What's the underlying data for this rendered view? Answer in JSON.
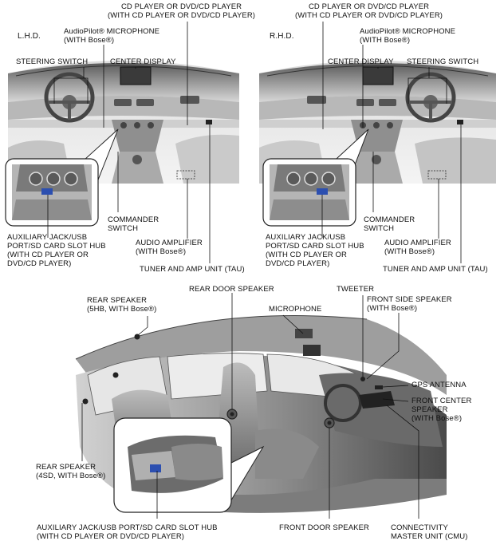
{
  "lhd_panel": {
    "side_label": "L.H.D.",
    "cd_player": "CD PLAYER OR DVD/CD PLAYER\n(WITH CD PLAYER OR DVD/CD PLAYER)",
    "audiopilot": "AudioPilot® MICROPHONE\n(WITH Bose®)",
    "steering_switch": "STEERING SWITCH",
    "center_display": "CENTER DISPLAY",
    "commander_switch": "COMMANDER\nSWITCH",
    "aux_hub": "AUXILIARY JACK/USB\nPORT/SD CARD SLOT HUB\n(WITH CD PLAYER OR\nDVD/CD PLAYER)",
    "audio_amp": "AUDIO AMPLIFIER\n(WITH Bose®)",
    "tuner": "TUNER AND AMP UNIT (TAU)"
  },
  "rhd_panel": {
    "side_label": "R.H.D.",
    "cd_player": "CD PLAYER OR DVD/CD PLAYER\n(WITH CD PLAYER OR DVD/CD PLAYER)",
    "audiopilot": "AudioPilot® MICROPHONE\n(WITH Bose®)",
    "steering_switch": "STEERING SWITCH",
    "center_display": "CENTER DISPLAY",
    "commander_switch": "COMMANDER\nSWITCH",
    "aux_hub": "AUXILIARY JACK/USB\nPORT/SD CARD SLOT HUB\n(WITH CD PLAYER OR\nDVD/CD PLAYER)",
    "audio_amp": "AUDIO AMPLIFIER\n(WITH Bose®)",
    "tuner": "TUNER AND AMP UNIT (TAU)"
  },
  "cabin_panel": {
    "rear_door_speaker": "REAR DOOR SPEAKER",
    "tweeter": "TWEETER",
    "rear_speaker_5hb": "REAR SPEAKER\n(5HB, WITH Bose®)",
    "microphone": "MICROPHONE",
    "front_side_speaker": "FRONT SIDE SPEAKER\n(WITH Bose®)",
    "gps_antenna": "GPS ANTENNA",
    "front_center_speaker": "FRONT CENTER\nSPEAKER\n(WITH Bose®)",
    "rear_speaker_4sd": "REAR SPEAKER\n(4SD, WITH Bose®)",
    "aux_hub": "AUXILIARY JACK/USB PORT/SD CARD SLOT HUB\n(WITH CD PLAYER OR DVD/CD PLAYER)",
    "front_door_speaker": "FRONT DOOR SPEAKER",
    "cmu": "CONNECTIVITY\nMASTER UNIT (CMU)"
  }
}
